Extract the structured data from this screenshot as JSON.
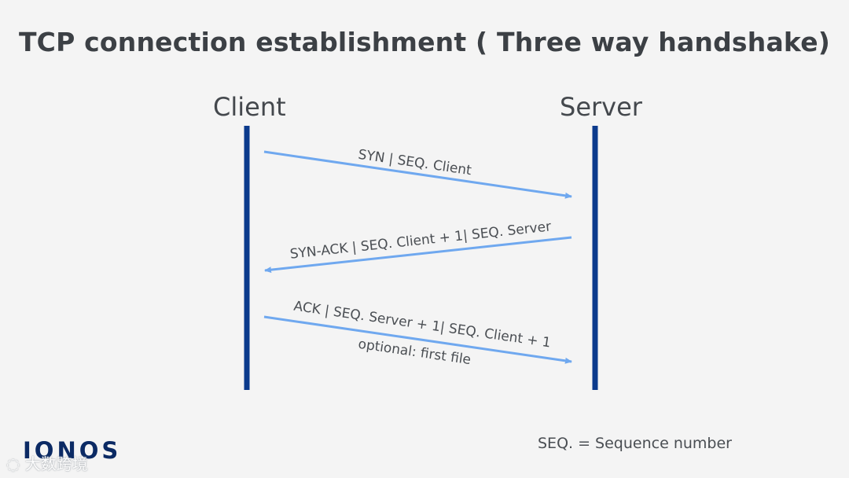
{
  "title": "TCP connection establishment ( Three way handshake)",
  "participants": {
    "client": "Client",
    "server": "Server"
  },
  "messages": [
    {
      "label": "SYN | SEQ. Client",
      "direction": "client-to-server",
      "note": ""
    },
    {
      "label": "SYN-ACK | SEQ. Client + 1| SEQ. Server",
      "direction": "server-to-client",
      "note": ""
    },
    {
      "label": "ACK | SEQ. Server + 1| SEQ. Client + 1",
      "direction": "client-to-server",
      "note": "optional: first file"
    }
  ],
  "legend": "SEQ. = Sequence number",
  "logo": "IONOS",
  "watermark": "大数跨境",
  "colors": {
    "lifeline": "#0b3a8c",
    "arrow": "#6fa8ef",
    "text": "#4a4e53",
    "title": "#3c4045",
    "background": "#f4f4f4"
  }
}
